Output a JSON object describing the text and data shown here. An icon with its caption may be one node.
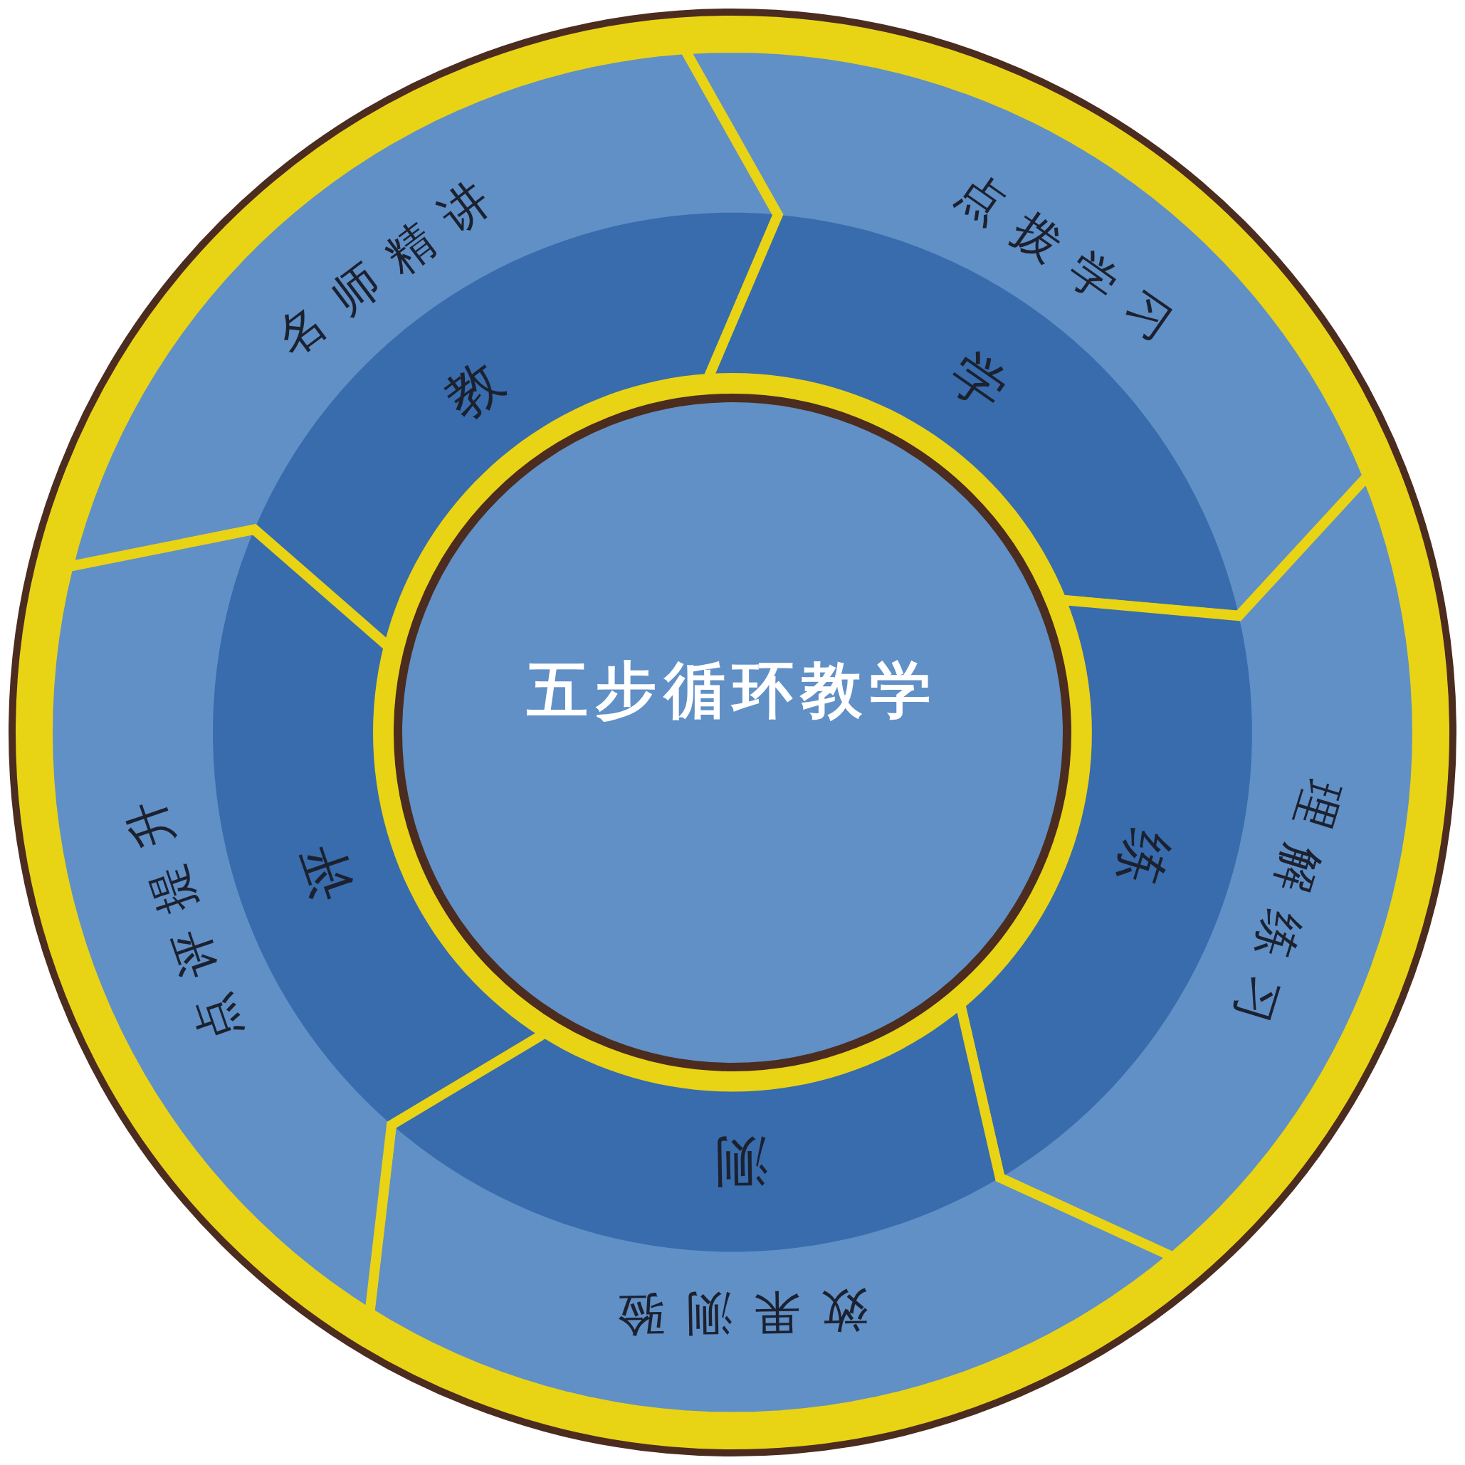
{
  "diagram": {
    "nodes": [
      {
        "text": [
          "五步循环教学"
        ]
      },
      {
        "text": [
          "名师精讲",
          "教"
        ]
      },
      {
        "text": [
          "点拨学习",
          "学"
        ]
      },
      {
        "text": [
          "理解练习",
          "练"
        ]
      },
      {
        "text": [
          "效果测验",
          "测"
        ]
      },
      {
        "text": [
          "点评提升",
          "评"
        ]
      }
    ]
  }
}
